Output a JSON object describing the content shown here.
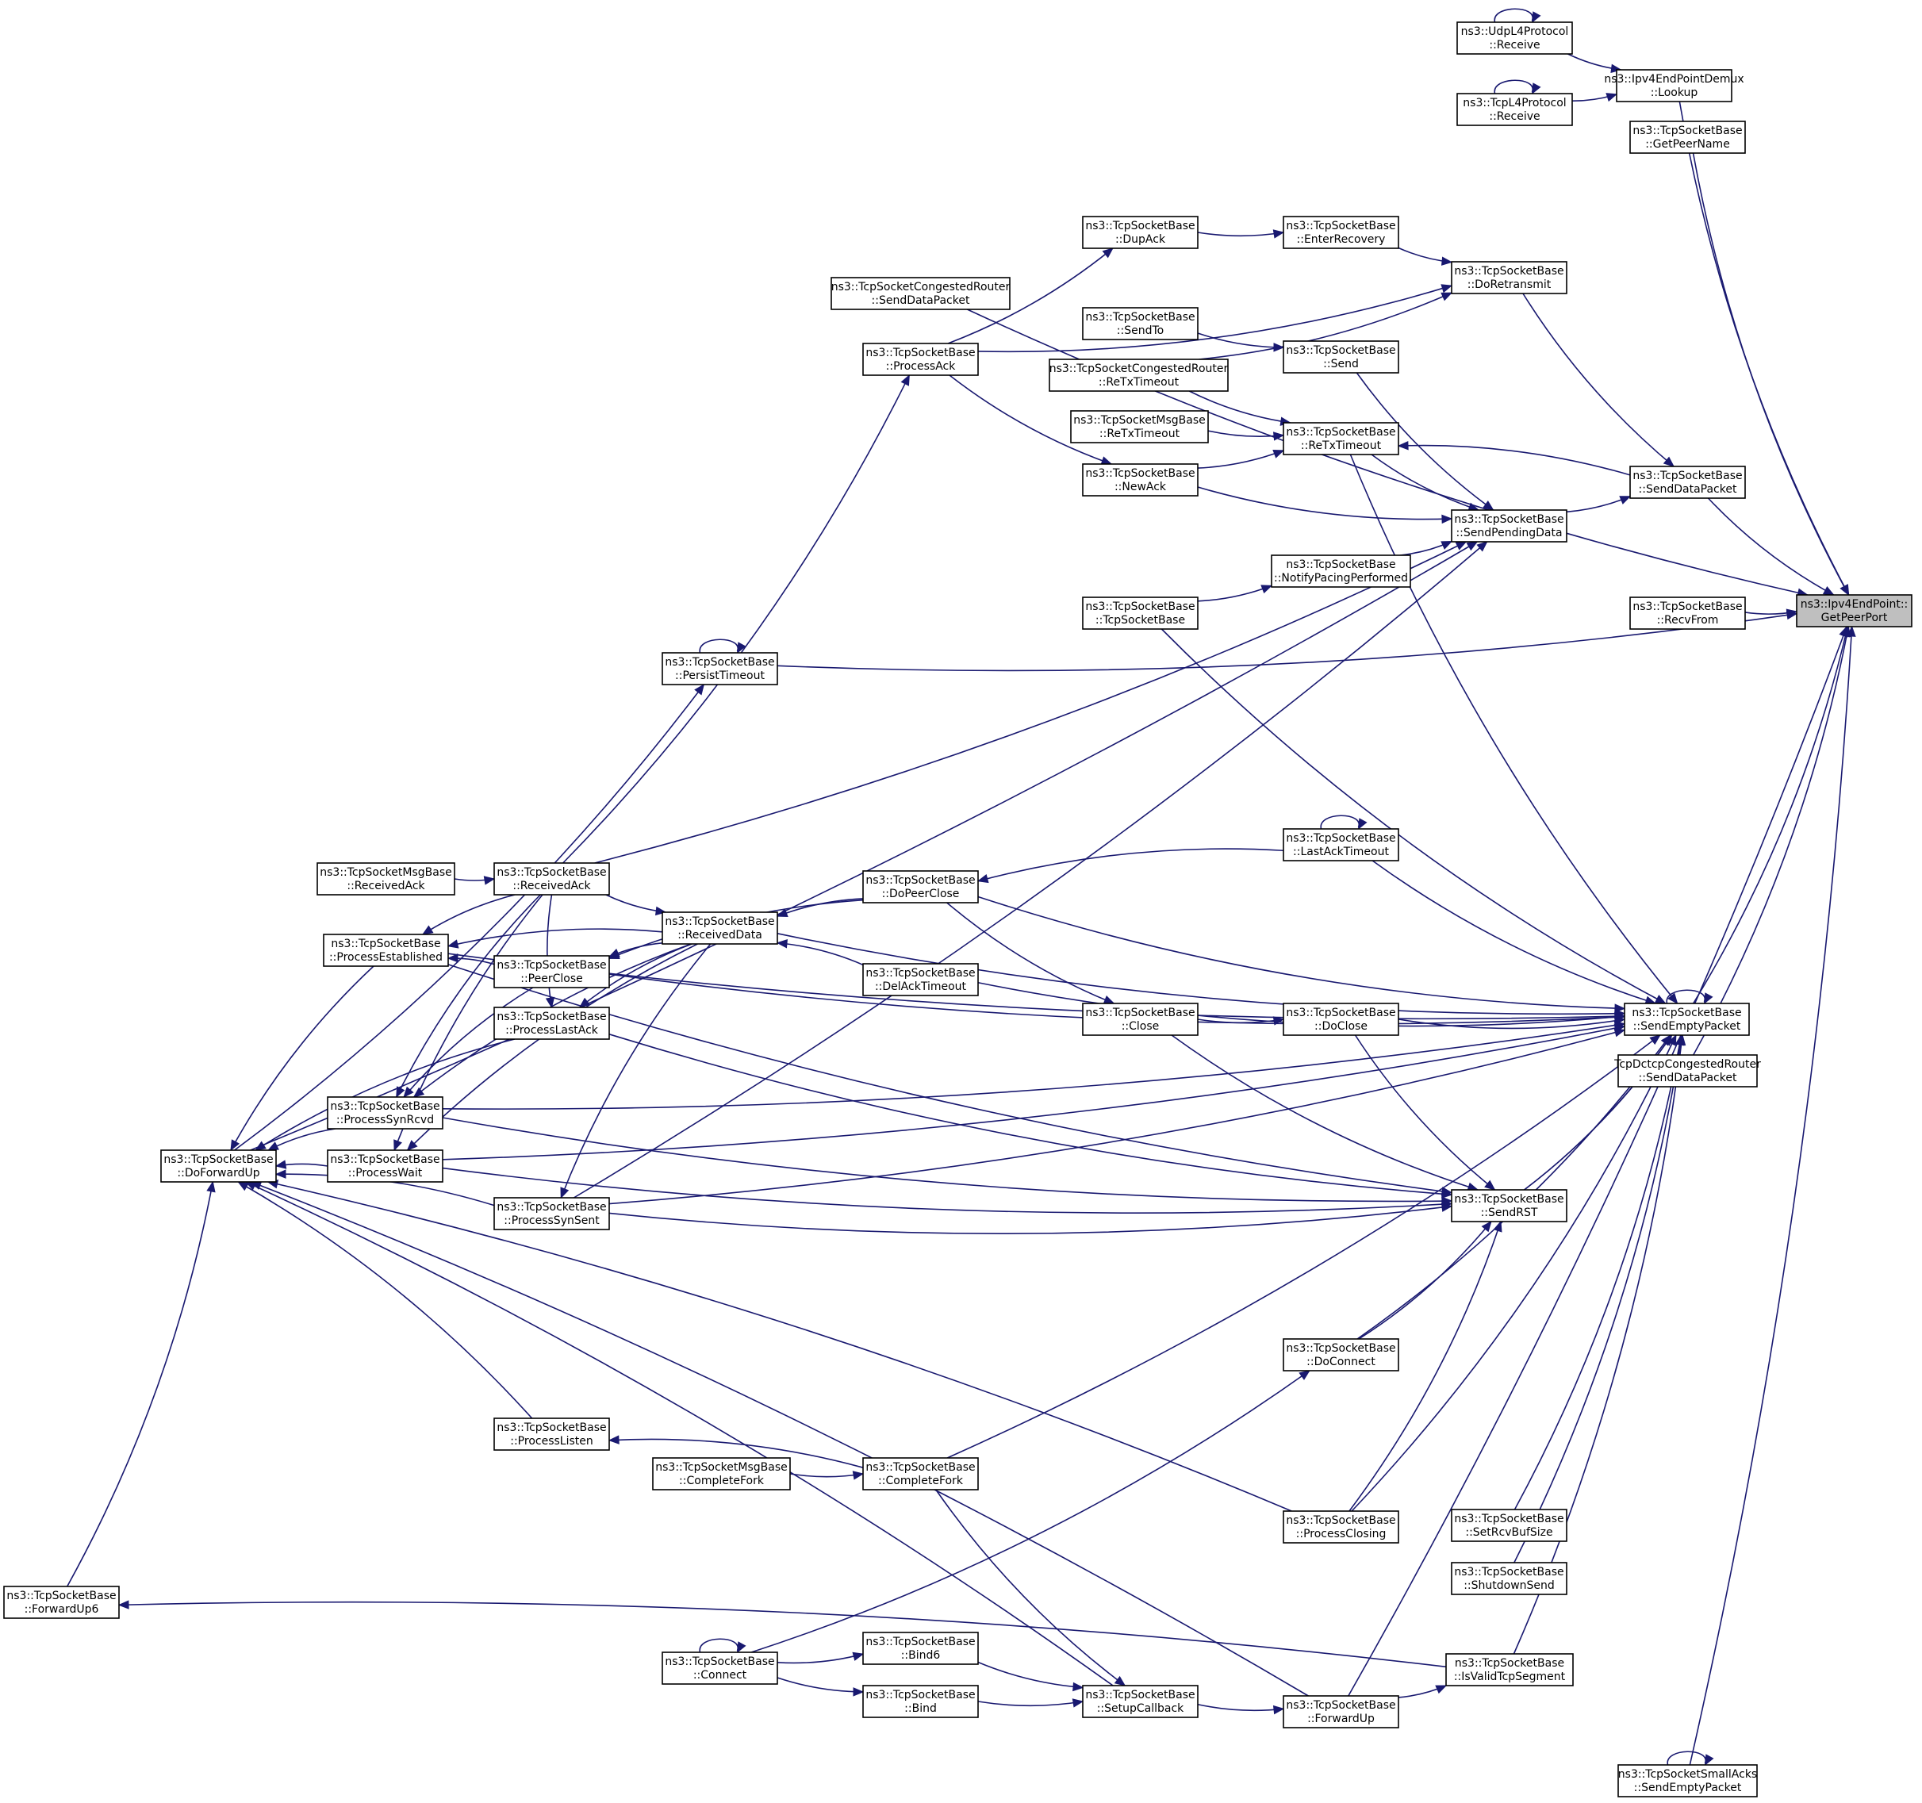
{
  "graph": {
    "focus_node": "n_getpeerport",
    "nodes": [
      {
        "id": "n_getpeerport",
        "line1": "ns3::Ipv4EndPoint::",
        "line2": "GetPeerPort"
      },
      {
        "id": "n_lookup",
        "line1": "ns3::Ipv4EndPointDemux",
        "line2": "::Lookup"
      },
      {
        "id": "n_udp_receive",
        "line1": "ns3::UdpL4Protocol",
        "line2": "::Receive"
      },
      {
        "id": "n_tcp_receive",
        "line1": "ns3::TcpL4Protocol",
        "line2": "::Receive"
      },
      {
        "id": "n_getpeername",
        "line1": "ns3::TcpSocketBase",
        "line2": "::GetPeerName"
      },
      {
        "id": "n_dupack",
        "line1": "ns3::TcpSocketBase",
        "line2": "::DupAck"
      },
      {
        "id": "n_enterrecovery",
        "line1": "ns3::TcpSocketBase",
        "line2": "::EnterRecovery"
      },
      {
        "id": "n_doretransmit",
        "line1": "ns3::TcpSocketBase",
        "line2": "::DoRetransmit"
      },
      {
        "id": "n_cr_senddatapacket",
        "line1": "ns3::TcpSocketCongestedRouter",
        "line2": "::SendDataPacket"
      },
      {
        "id": "n_processack",
        "line1": "ns3::TcpSocketBase",
        "line2": "::ProcessAck"
      },
      {
        "id": "n_sendto",
        "line1": "ns3::TcpSocketBase",
        "line2": "::SendTo"
      },
      {
        "id": "n_send",
        "line1": "ns3::TcpSocketBase",
        "line2": "::Send"
      },
      {
        "id": "n_cr_retxtimeout",
        "line1": "ns3::TcpSocketCongestedRouter",
        "line2": "::ReTxTimeout"
      },
      {
        "id": "n_mb_retxtimeout",
        "line1": "ns3::TcpSocketMsgBase",
        "line2": "::ReTxTimeout"
      },
      {
        "id": "n_retxtimeout",
        "line1": "ns3::TcpSocketBase",
        "line2": "::ReTxTimeout"
      },
      {
        "id": "n_newack",
        "line1": "ns3::TcpSocketBase",
        "line2": "::NewAck"
      },
      {
        "id": "n_senddatapacket",
        "line1": "ns3::TcpSocketBase",
        "line2": "::SendDataPacket"
      },
      {
        "id": "n_sendpendingdata",
        "line1": "ns3::TcpSocketBase",
        "line2": "::SendPendingData"
      },
      {
        "id": "n_notifypacing",
        "line1": "ns3::TcpSocketBase",
        "line2": "::NotifyPacingPerformed"
      },
      {
        "id": "n_tcpsocketbase",
        "line1": "ns3::TcpSocketBase",
        "line2": "::TcpSocketBase"
      },
      {
        "id": "n_recvfrom",
        "line1": "ns3::TcpSocketBase",
        "line2": "::RecvFrom"
      },
      {
        "id": "n_persisttimeout",
        "line1": "ns3::TcpSocketBase",
        "line2": "::PersistTimeout"
      },
      {
        "id": "n_lastacktimeout",
        "line1": "ns3::TcpSocketBase",
        "line2": "::LastAckTimeout"
      },
      {
        "id": "n_mb_receivedack",
        "line1": "ns3::TcpSocketMsgBase",
        "line2": "::ReceivedAck"
      },
      {
        "id": "n_receivedack",
        "line1": "ns3::TcpSocketBase",
        "line2": "::ReceivedAck"
      },
      {
        "id": "n_dopeerclose",
        "line1": "ns3::TcpSocketBase",
        "line2": "::DoPeerClose"
      },
      {
        "id": "n_receiveddata",
        "line1": "ns3::TcpSocketBase",
        "line2": "::ReceivedData"
      },
      {
        "id": "n_processestablished",
        "line1": "ns3::TcpSocketBase",
        "line2": "::ProcessEstablished"
      },
      {
        "id": "n_peerclose",
        "line1": "ns3::TcpSocketBase",
        "line2": "::PeerClose"
      },
      {
        "id": "n_delacktimeout",
        "line1": "ns3::TcpSocketBase",
        "line2": "::DelAckTimeout"
      },
      {
        "id": "n_close",
        "line1": "ns3::TcpSocketBase",
        "line2": "::Close"
      },
      {
        "id": "n_doclose",
        "line1": "ns3::TcpSocketBase",
        "line2": "::DoClose"
      },
      {
        "id": "n_sendemptypacket",
        "line1": "ns3::TcpSocketBase",
        "line2": "::SendEmptyPacket"
      },
      {
        "id": "n_processlastack",
        "line1": "ns3::TcpSocketBase",
        "line2": "::ProcessLastAck"
      },
      {
        "id": "n_dctcp_senddatapacket",
        "line1": "TcpDctcpCongestedRouter",
        "line2": "::SendDataPacket"
      },
      {
        "id": "n_processsynrcvd",
        "line1": "ns3::TcpSocketBase",
        "line2": "::ProcessSynRcvd"
      },
      {
        "id": "n_doforwardup",
        "line1": "ns3::TcpSocketBase",
        "line2": "::DoForwardUp"
      },
      {
        "id": "n_processwait",
        "line1": "ns3::TcpSocketBase",
        "line2": "::ProcessWait"
      },
      {
        "id": "n_processsynsent",
        "line1": "ns3::TcpSocketBase",
        "line2": "::ProcessSynSent"
      },
      {
        "id": "n_sendrst",
        "line1": "ns3::TcpSocketBase",
        "line2": "::SendRST"
      },
      {
        "id": "n_doconnect",
        "line1": "ns3::TcpSocketBase",
        "line2": "::DoConnect"
      },
      {
        "id": "n_processlisten",
        "line1": "ns3::TcpSocketBase",
        "line2": "::ProcessListen"
      },
      {
        "id": "n_mb_completefork",
        "line1": "ns3::TcpSocketMsgBase",
        "line2": "::CompleteFork"
      },
      {
        "id": "n_completefork",
        "line1": "ns3::TcpSocketBase",
        "line2": "::CompleteFork"
      },
      {
        "id": "n_processclosing",
        "line1": "ns3::TcpSocketBase",
        "line2": "::ProcessClosing"
      },
      {
        "id": "n_setrcvbufsize",
        "line1": "ns3::TcpSocketBase",
        "line2": "::SetRcvBufSize"
      },
      {
        "id": "n_shutdownsend",
        "line1": "ns3::TcpSocketBase",
        "line2": "::ShutdownSend"
      },
      {
        "id": "n_forwardup6",
        "line1": "ns3::TcpSocketBase",
        "line2": "::ForwardUp6"
      },
      {
        "id": "n_connect",
        "line1": "ns3::TcpSocketBase",
        "line2": "::Connect"
      },
      {
        "id": "n_bind6",
        "line1": "ns3::TcpSocketBase",
        "line2": "::Bind6"
      },
      {
        "id": "n_bind",
        "line1": "ns3::TcpSocketBase",
        "line2": "::Bind"
      },
      {
        "id": "n_setupcallback",
        "line1": "ns3::TcpSocketBase",
        "line2": "::SetupCallback"
      },
      {
        "id": "n_isvalidtcpsegment",
        "line1": "ns3::TcpSocketBase",
        "line2": "::IsValidTcpSegment"
      },
      {
        "id": "n_forwardup",
        "line1": "ns3::TcpSocketBase",
        "line2": "::ForwardUp"
      },
      {
        "id": "n_smallacks_sendemptypacket",
        "line1": "ns3::TcpSocketSmallAcks",
        "line2": "::SendEmptyPacket"
      }
    ],
    "edges": [
      [
        "n_udp_receive",
        "n_lookup"
      ],
      [
        "n_tcp_receive",
        "n_lookup"
      ],
      [
        "n_udp_receive",
        "n_udp_receive"
      ],
      [
        "n_tcp_receive",
        "n_tcp_receive"
      ],
      [
        "n_lookup",
        "n_getpeerport"
      ],
      [
        "n_getpeername",
        "n_getpeerport"
      ],
      [
        "n_cr_senddatapacket",
        "n_getpeerport"
      ],
      [
        "n_senddatapacket",
        "n_getpeerport"
      ],
      [
        "n_recvfrom",
        "n_getpeerport"
      ],
      [
        "n_persisttimeout",
        "n_getpeerport"
      ],
      [
        "n_sendemptypacket",
        "n_getpeerport"
      ],
      [
        "n_dctcp_senddatapacket",
        "n_getpeerport"
      ],
      [
        "n_forwardup",
        "n_getpeerport"
      ],
      [
        "n_smallacks_sendemptypacket",
        "n_getpeerport"
      ],
      [
        "n_smallacks_sendemptypacket",
        "n_smallacks_sendemptypacket"
      ],
      [
        "n_dupack",
        "n_enterrecovery"
      ],
      [
        "n_enterrecovery",
        "n_doretransmit"
      ],
      [
        "n_processack",
        "n_doretransmit"
      ],
      [
        "n_processack",
        "n_dupack"
      ],
      [
        "n_cr_retxtimeout",
        "n_doretransmit"
      ],
      [
        "n_doretransmit",
        "n_senddatapacket"
      ],
      [
        "n_sendto",
        "n_send"
      ],
      [
        "n_send",
        "n_sendpendingdata"
      ],
      [
        "n_cr_retxtimeout",
        "n_retxtimeout"
      ],
      [
        "n_mb_retxtimeout",
        "n_retxtimeout"
      ],
      [
        "n_newack",
        "n_retxtimeout"
      ],
      [
        "n_processack",
        "n_newack"
      ],
      [
        "n_senddatapacket",
        "n_retxtimeout"
      ],
      [
        "n_sendpendingdata",
        "n_senddatapacket"
      ],
      [
        "n_retxtimeout",
        "n_sendpendingdata"
      ],
      [
        "n_newack",
        "n_sendpendingdata"
      ],
      [
        "n_notifypacing",
        "n_sendpendingdata"
      ],
      [
        "n_tcpsocketbase",
        "n_notifypacing"
      ],
      [
        "n_doforwardup",
        "n_sendpendingdata"
      ],
      [
        "n_receivedack",
        "n_sendpendingdata"
      ],
      [
        "n_processsynsent",
        "n_sendpendingdata"
      ],
      [
        "n_retxtimeout",
        "n_sendemptypacket"
      ],
      [
        "n_tcpsocketbase",
        "n_sendemptypacket"
      ],
      [
        "n_persisttimeout",
        "n_persisttimeout"
      ],
      [
        "n_doforwardup",
        "n_persisttimeout"
      ],
      [
        "n_lastacktimeout",
        "n_lastacktimeout"
      ],
      [
        "n_lastacktimeout",
        "n_sendemptypacket"
      ],
      [
        "n_lastacktimeout",
        "n_dopeerclose"
      ],
      [
        "n_receivedack",
        "n_processack"
      ],
      [
        "n_mb_receivedack",
        "n_receivedack"
      ],
      [
        "n_receivedack",
        "n_processestablished"
      ],
      [
        "n_receivedack",
        "n_processsynrcvd"
      ],
      [
        "n_receivedack",
        "n_processwait"
      ],
      [
        "n_receivedack",
        "n_processlastack"
      ],
      [
        "n_receivedack",
        "n_receiveddata"
      ],
      [
        "n_dopeerclose",
        "n_receiveddata"
      ],
      [
        "n_dopeerclose",
        "n_peerclose"
      ],
      [
        "n_dopeerclose",
        "n_sendemptypacket"
      ],
      [
        "n_dopeerclose",
        "n_close"
      ],
      [
        "n_receiveddata",
        "n_processestablished"
      ],
      [
        "n_receiveddata",
        "n_peerclose"
      ],
      [
        "n_receiveddata",
        "n_processlastack"
      ],
      [
        "n_receiveddata",
        "n_processsynrcvd"
      ],
      [
        "n_receiveddata",
        "n_processwait"
      ],
      [
        "n_receiveddata",
        "n_processsynsent"
      ],
      [
        "n_receiveddata",
        "n_sendemptypacket"
      ],
      [
        "n_delacktimeout",
        "n_receiveddata"
      ],
      [
        "n_delacktimeout",
        "n_sendemptypacket"
      ],
      [
        "n_processestablished",
        "n_sendemptypacket"
      ],
      [
        "n_processestablished",
        "n_sendrst"
      ],
      [
        "n_peerclose",
        "n_processestablished"
      ],
      [
        "n_peerclose",
        "n_processsynrcvd"
      ],
      [
        "n_peerclose",
        "n_sendemptypacket"
      ],
      [
        "n_close",
        "n_doclose"
      ],
      [
        "n_close",
        "n_sendrst"
      ],
      [
        "n_doclose",
        "n_sendemptypacket"
      ],
      [
        "n_doclose",
        "n_sendrst"
      ],
      [
        "n_sendemptypacket",
        "n_sendemptypacket"
      ],
      [
        "n_processlastack",
        "n_doforwardup"
      ],
      [
        "n_processlastack",
        "n_sendrst"
      ],
      [
        "n_processsynrcvd",
        "n_doforwardup"
      ],
      [
        "n_processsynrcvd",
        "n_sendemptypacket"
      ],
      [
        "n_processsynrcvd",
        "n_sendrst"
      ],
      [
        "n_processestablished",
        "n_doforwardup"
      ],
      [
        "n_processwait",
        "n_doforwardup"
      ],
      [
        "n_processwait",
        "n_sendemptypacket"
      ],
      [
        "n_processwait",
        "n_sendrst"
      ],
      [
        "n_processsynsent",
        "n_doforwardup"
      ],
      [
        "n_processsynsent",
        "n_sendrst"
      ],
      [
        "n_processsynsent",
        "n_sendemptypacket"
      ],
      [
        "n_sendrst",
        "n_sendemptypacket"
      ],
      [
        "n_doconnect",
        "n_sendrst"
      ],
      [
        "n_doconnect",
        "n_sendemptypacket"
      ],
      [
        "n_connect",
        "n_doconnect"
      ],
      [
        "n_connect",
        "n_connect"
      ],
      [
        "n_processlisten",
        "n_doforwardup"
      ],
      [
        "n_completefork",
        "n_processlisten"
      ],
      [
        "n_mb_completefork",
        "n_completefork"
      ],
      [
        "n_completefork",
        "n_sendemptypacket"
      ],
      [
        "n_processclosing",
        "n_doforwardup"
      ],
      [
        "n_processclosing",
        "n_sendrst"
      ],
      [
        "n_processclosing",
        "n_sendemptypacket"
      ],
      [
        "n_setrcvbufsize",
        "n_sendemptypacket"
      ],
      [
        "n_shutdownsend",
        "n_sendemptypacket"
      ],
      [
        "n_isvalidtcpsegment",
        "n_sendemptypacket"
      ],
      [
        "n_isvalidtcpsegment",
        "n_forwardup6"
      ],
      [
        "n_forwardup6",
        "n_doforwardup"
      ],
      [
        "n_connect",
        "n_bind6"
      ],
      [
        "n_connect",
        "n_bind"
      ],
      [
        "n_bind6",
        "n_setupcallback"
      ],
      [
        "n_bind",
        "n_setupcallback"
      ],
      [
        "n_completefork",
        "n_setupcallback"
      ],
      [
        "n_setupcallback",
        "n_forwardup"
      ],
      [
        "n_setupcallback",
        "n_doforwardup"
      ],
      [
        "n_forwardup",
        "n_isvalidtcpsegment"
      ],
      [
        "n_forwardup",
        "n_doforwardup"
      ],
      [
        "n_sendrst",
        "n_sendemptypacket"
      ]
    ]
  }
}
